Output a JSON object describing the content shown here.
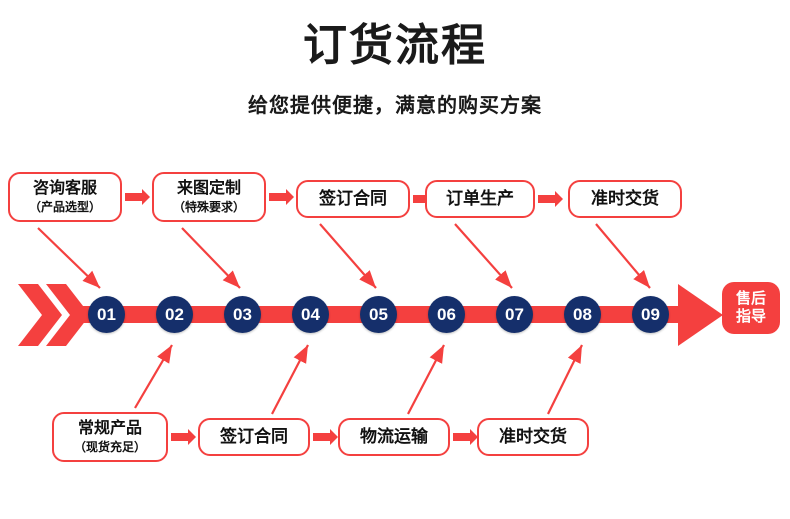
{
  "header": {
    "title": "订货流程",
    "subtitle": "给您提供便捷，满意的购买方案"
  },
  "colors": {
    "red": "#f4403f",
    "navy": "#152f6b",
    "text": "#111111",
    "background": "#ffffff"
  },
  "top_row": [
    {
      "line1": "咨询客服",
      "line2": "（产品选型）"
    },
    {
      "line1": "来图定制",
      "line2": "（特殊要求）"
    },
    {
      "line1": "签订合同",
      "line2": ""
    },
    {
      "line1": "订单生产",
      "line2": ""
    },
    {
      "line1": "准时交货",
      "line2": ""
    }
  ],
  "bottom_row": [
    {
      "line1": "常规产品",
      "line2": "（现货充足）"
    },
    {
      "line1": "签订合同",
      "line2": ""
    },
    {
      "line1": "物流运输",
      "line2": ""
    },
    {
      "line1": "准时交货",
      "line2": ""
    }
  ],
  "steps": [
    {
      "number": "01"
    },
    {
      "number": "02"
    },
    {
      "number": "03"
    },
    {
      "number": "04"
    },
    {
      "number": "05"
    },
    {
      "number": "06"
    },
    {
      "number": "07"
    },
    {
      "number": "08"
    },
    {
      "number": "09"
    }
  ],
  "end_badge": {
    "line1": "售后",
    "line2": "指导"
  }
}
